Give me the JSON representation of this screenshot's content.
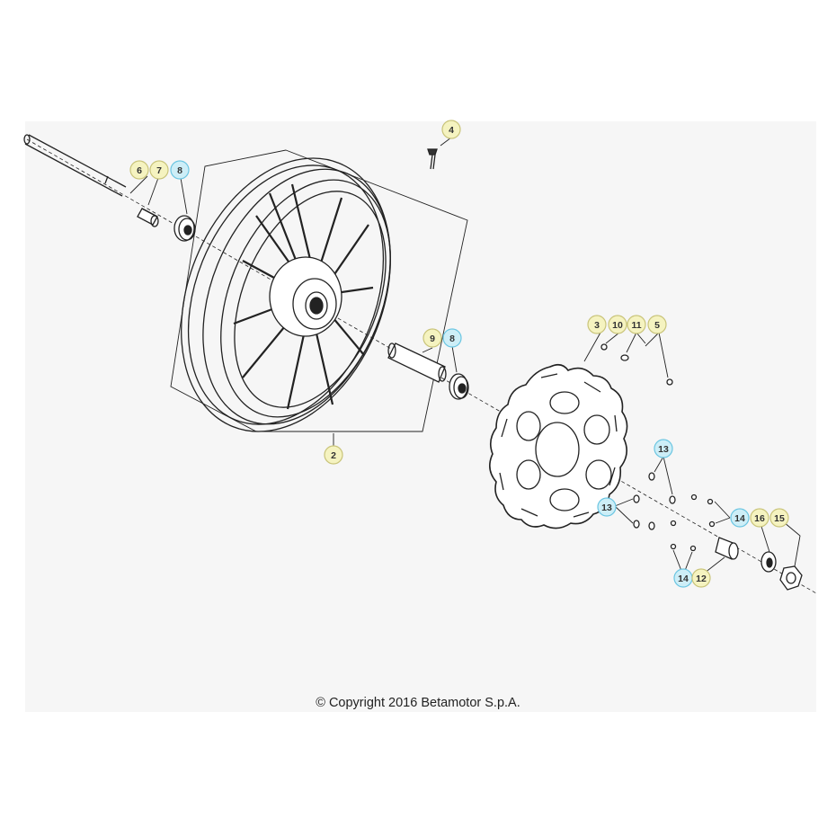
{
  "copyright": "© Copyright 2016 Betamotor S.p.A.",
  "colors": {
    "callout_yellow": "#f5f3c0",
    "callout_cyan": "#cdeef7",
    "panel_bg": "#f6f6f6",
    "line": "#222222"
  },
  "callouts": [
    {
      "id": "c6",
      "label": "6",
      "style": "yellow"
    },
    {
      "id": "c7",
      "label": "7",
      "style": "yellow"
    },
    {
      "id": "c8a",
      "label": "8",
      "style": "cyan"
    },
    {
      "id": "c4",
      "label": "4",
      "style": "yellow"
    },
    {
      "id": "c9",
      "label": "9",
      "style": "yellow"
    },
    {
      "id": "c8b",
      "label": "8",
      "style": "cyan"
    },
    {
      "id": "c2",
      "label": "2",
      "style": "yellow"
    },
    {
      "id": "c3",
      "label": "3",
      "style": "yellow"
    },
    {
      "id": "c10",
      "label": "10",
      "style": "yellow"
    },
    {
      "id": "c11",
      "label": "11",
      "style": "yellow"
    },
    {
      "id": "c5",
      "label": "5",
      "style": "yellow"
    },
    {
      "id": "c13a",
      "label": "13",
      "style": "cyan"
    },
    {
      "id": "c13b",
      "label": "13",
      "style": "cyan"
    },
    {
      "id": "c14a",
      "label": "14",
      "style": "cyan"
    },
    {
      "id": "c16",
      "label": "16",
      "style": "yellow"
    },
    {
      "id": "c15",
      "label": "15",
      "style": "yellow"
    },
    {
      "id": "c14b",
      "label": "14",
      "style": "cyan"
    },
    {
      "id": "c12",
      "label": "12",
      "style": "yellow"
    }
  ]
}
